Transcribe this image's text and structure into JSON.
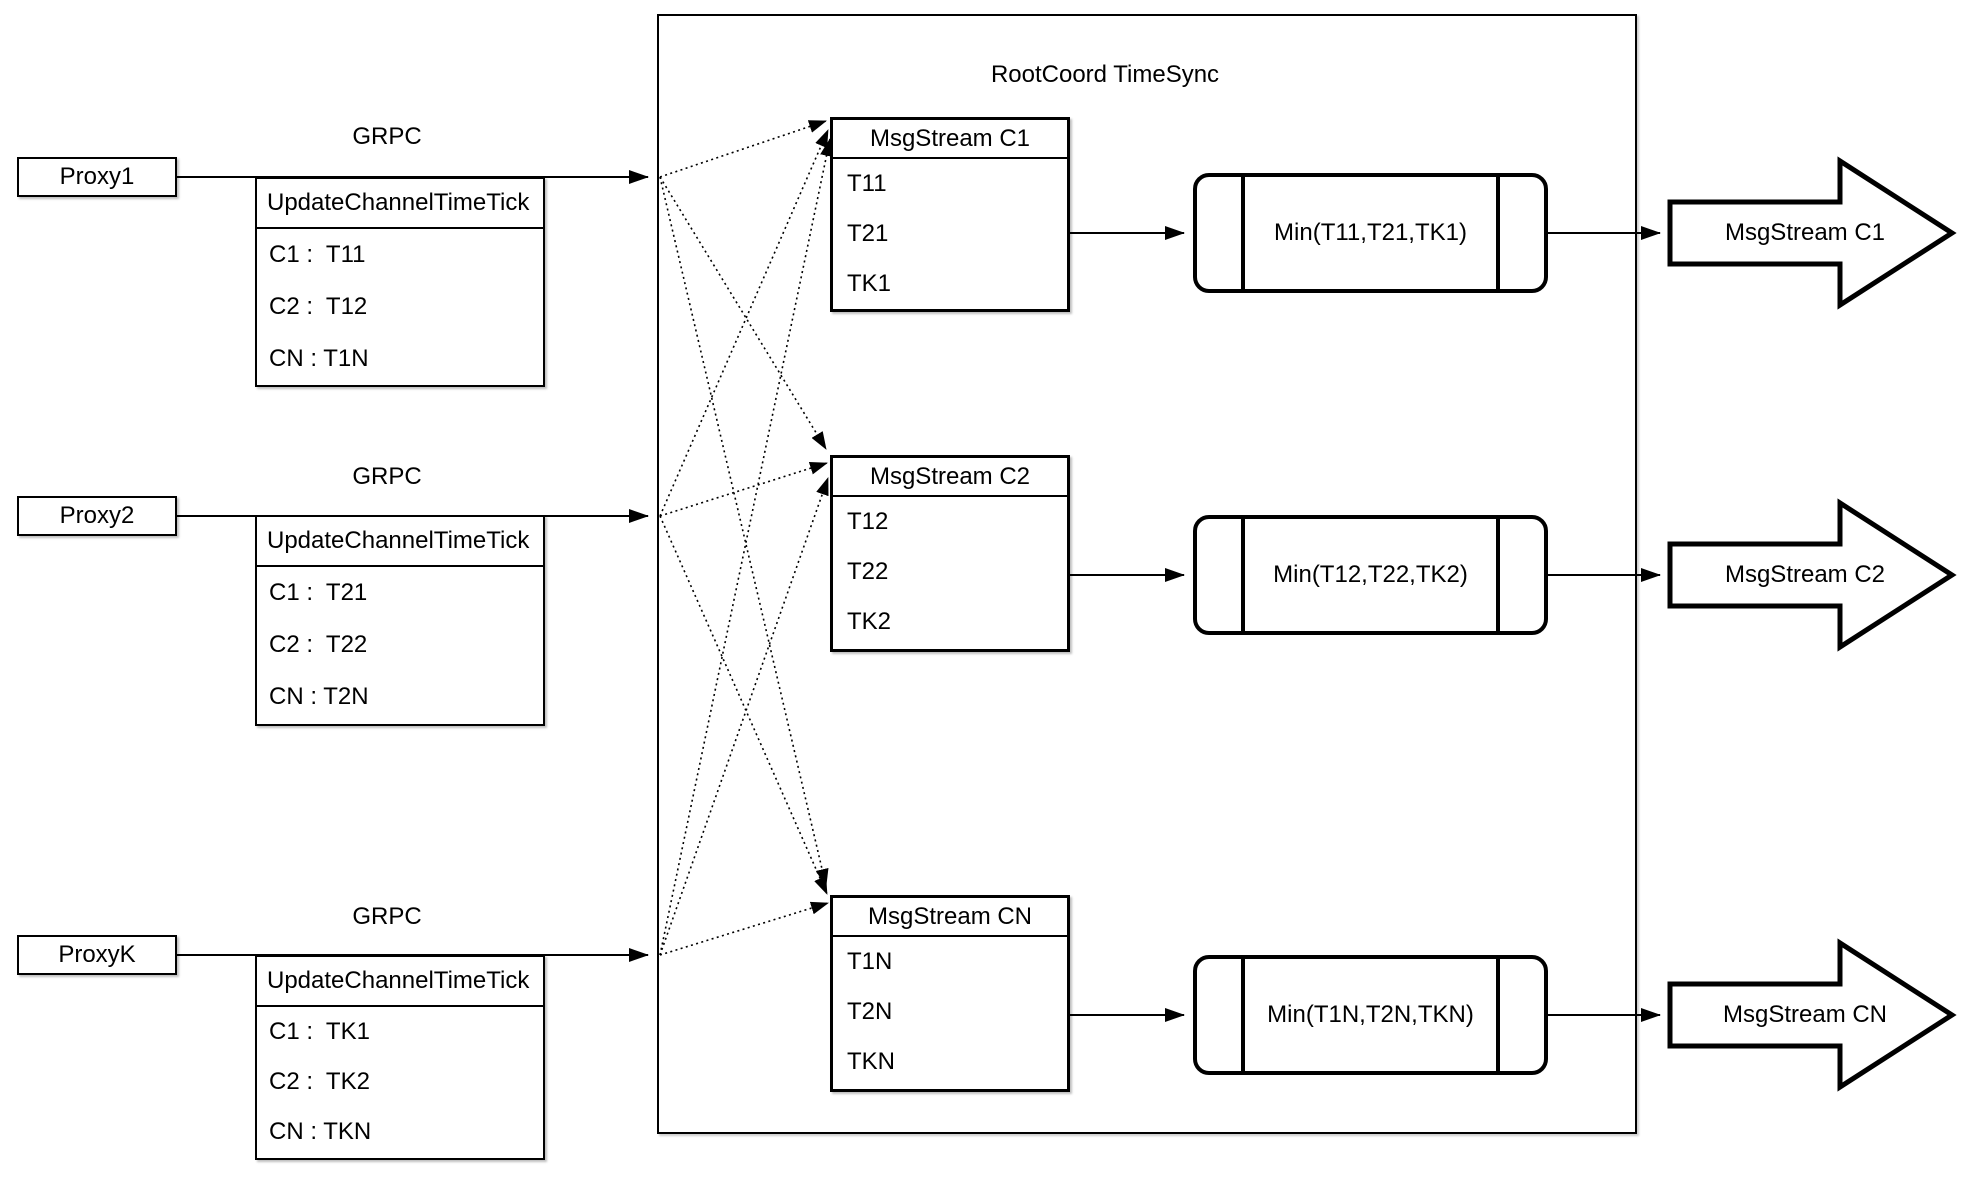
{
  "diagram": {
    "title": "RootCoord TimeSync",
    "proxies": [
      {
        "name": "Proxy1",
        "protocol": "GRPC",
        "table_header": "UpdateChannelTimeTick",
        "rows": [
          "C1 :  T11",
          "C2 :  T12",
          "CN : T1N"
        ]
      },
      {
        "name": "Proxy2",
        "protocol": "GRPC",
        "table_header": "UpdateChannelTimeTick",
        "rows": [
          "C1 :  T21",
          "C2 :  T22",
          "CN : T2N"
        ]
      },
      {
        "name": "ProxyK",
        "protocol": "GRPC",
        "table_header": "UpdateChannelTimeTick",
        "rows": [
          "C1 :  TK1",
          "C2 :  TK2",
          "CN : TKN"
        ]
      }
    ],
    "streams": [
      {
        "header": "MsgStream C1",
        "ticks": [
          "T11",
          "T21",
          "TK1"
        ],
        "min": "Min(T11,T21,TK1)",
        "output": "MsgStream C1"
      },
      {
        "header": "MsgStream C2",
        "ticks": [
          "T12",
          "T22",
          "TK2"
        ],
        "min": "Min(T12,T22,TK2)",
        "output": "MsgStream C2"
      },
      {
        "header": "MsgStream CN",
        "ticks": [
          "T1N",
          "T2N",
          "TKN"
        ],
        "min": "Min(T1N,T2N,TKN)",
        "output": "MsgStream CN"
      }
    ]
  }
}
